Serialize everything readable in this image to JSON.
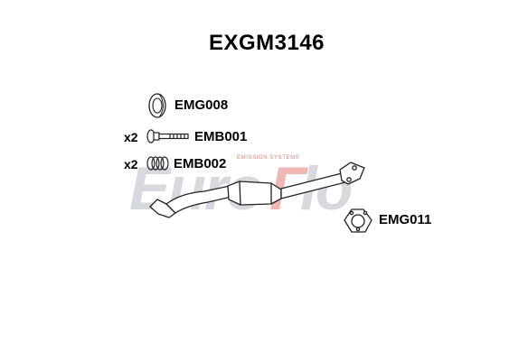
{
  "title": "EXGM3146",
  "watermark": {
    "brand": "EuroFlo",
    "tagline": "EMISSION SYSTEMS",
    "color_main": "#9aa3b0",
    "color_accent": "#d9302a"
  },
  "parts": [
    {
      "code": "EMG008",
      "qty": ""
    },
    {
      "code": "EMB001",
      "qty": "x2"
    },
    {
      "code": "EMB002",
      "qty": "x2"
    },
    {
      "code": "EMG011",
      "qty": ""
    }
  ]
}
